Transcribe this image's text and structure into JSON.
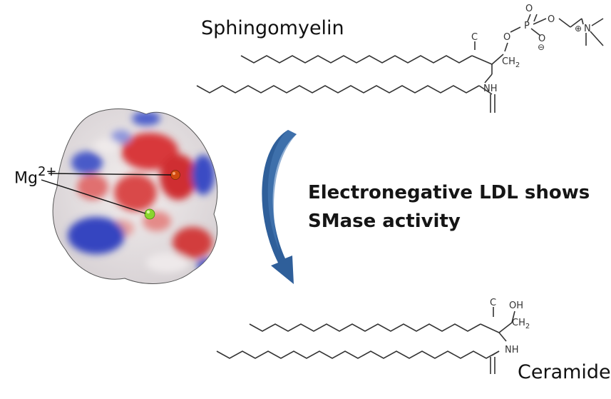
{
  "sphingomyelin": {
    "name": "Sphingomyelin",
    "atoms": {
      "C": "C",
      "O1": "O",
      "O2": "O",
      "O3": "O",
      "O4": "O",
      "P": "P",
      "N": "N",
      "nplus": "⊕",
      "ominus": "⊖",
      "ch2": "CH",
      "ch2_sub": "2",
      "nh": "NH"
    }
  },
  "ceramide": {
    "name": "Ceramide",
    "atoms": {
      "C": "C",
      "oh": "OH",
      "ch2": "CH",
      "ch2_sub": "2",
      "nh": "NH"
    }
  },
  "enzyme": {
    "ion_label": "Mg",
    "ion_charge": "2+"
  },
  "reaction": {
    "line1": "Electronegative LDL shows",
    "line2": "SMase activity"
  },
  "colors": {
    "arrow": "#2f5f9a",
    "protein_negative": "#d8383a",
    "protein_positive": "#3445c0",
    "protein_neutral": "#e9e4e4",
    "ion_1": "#d04a10",
    "ion_2": "#8ad62e"
  }
}
